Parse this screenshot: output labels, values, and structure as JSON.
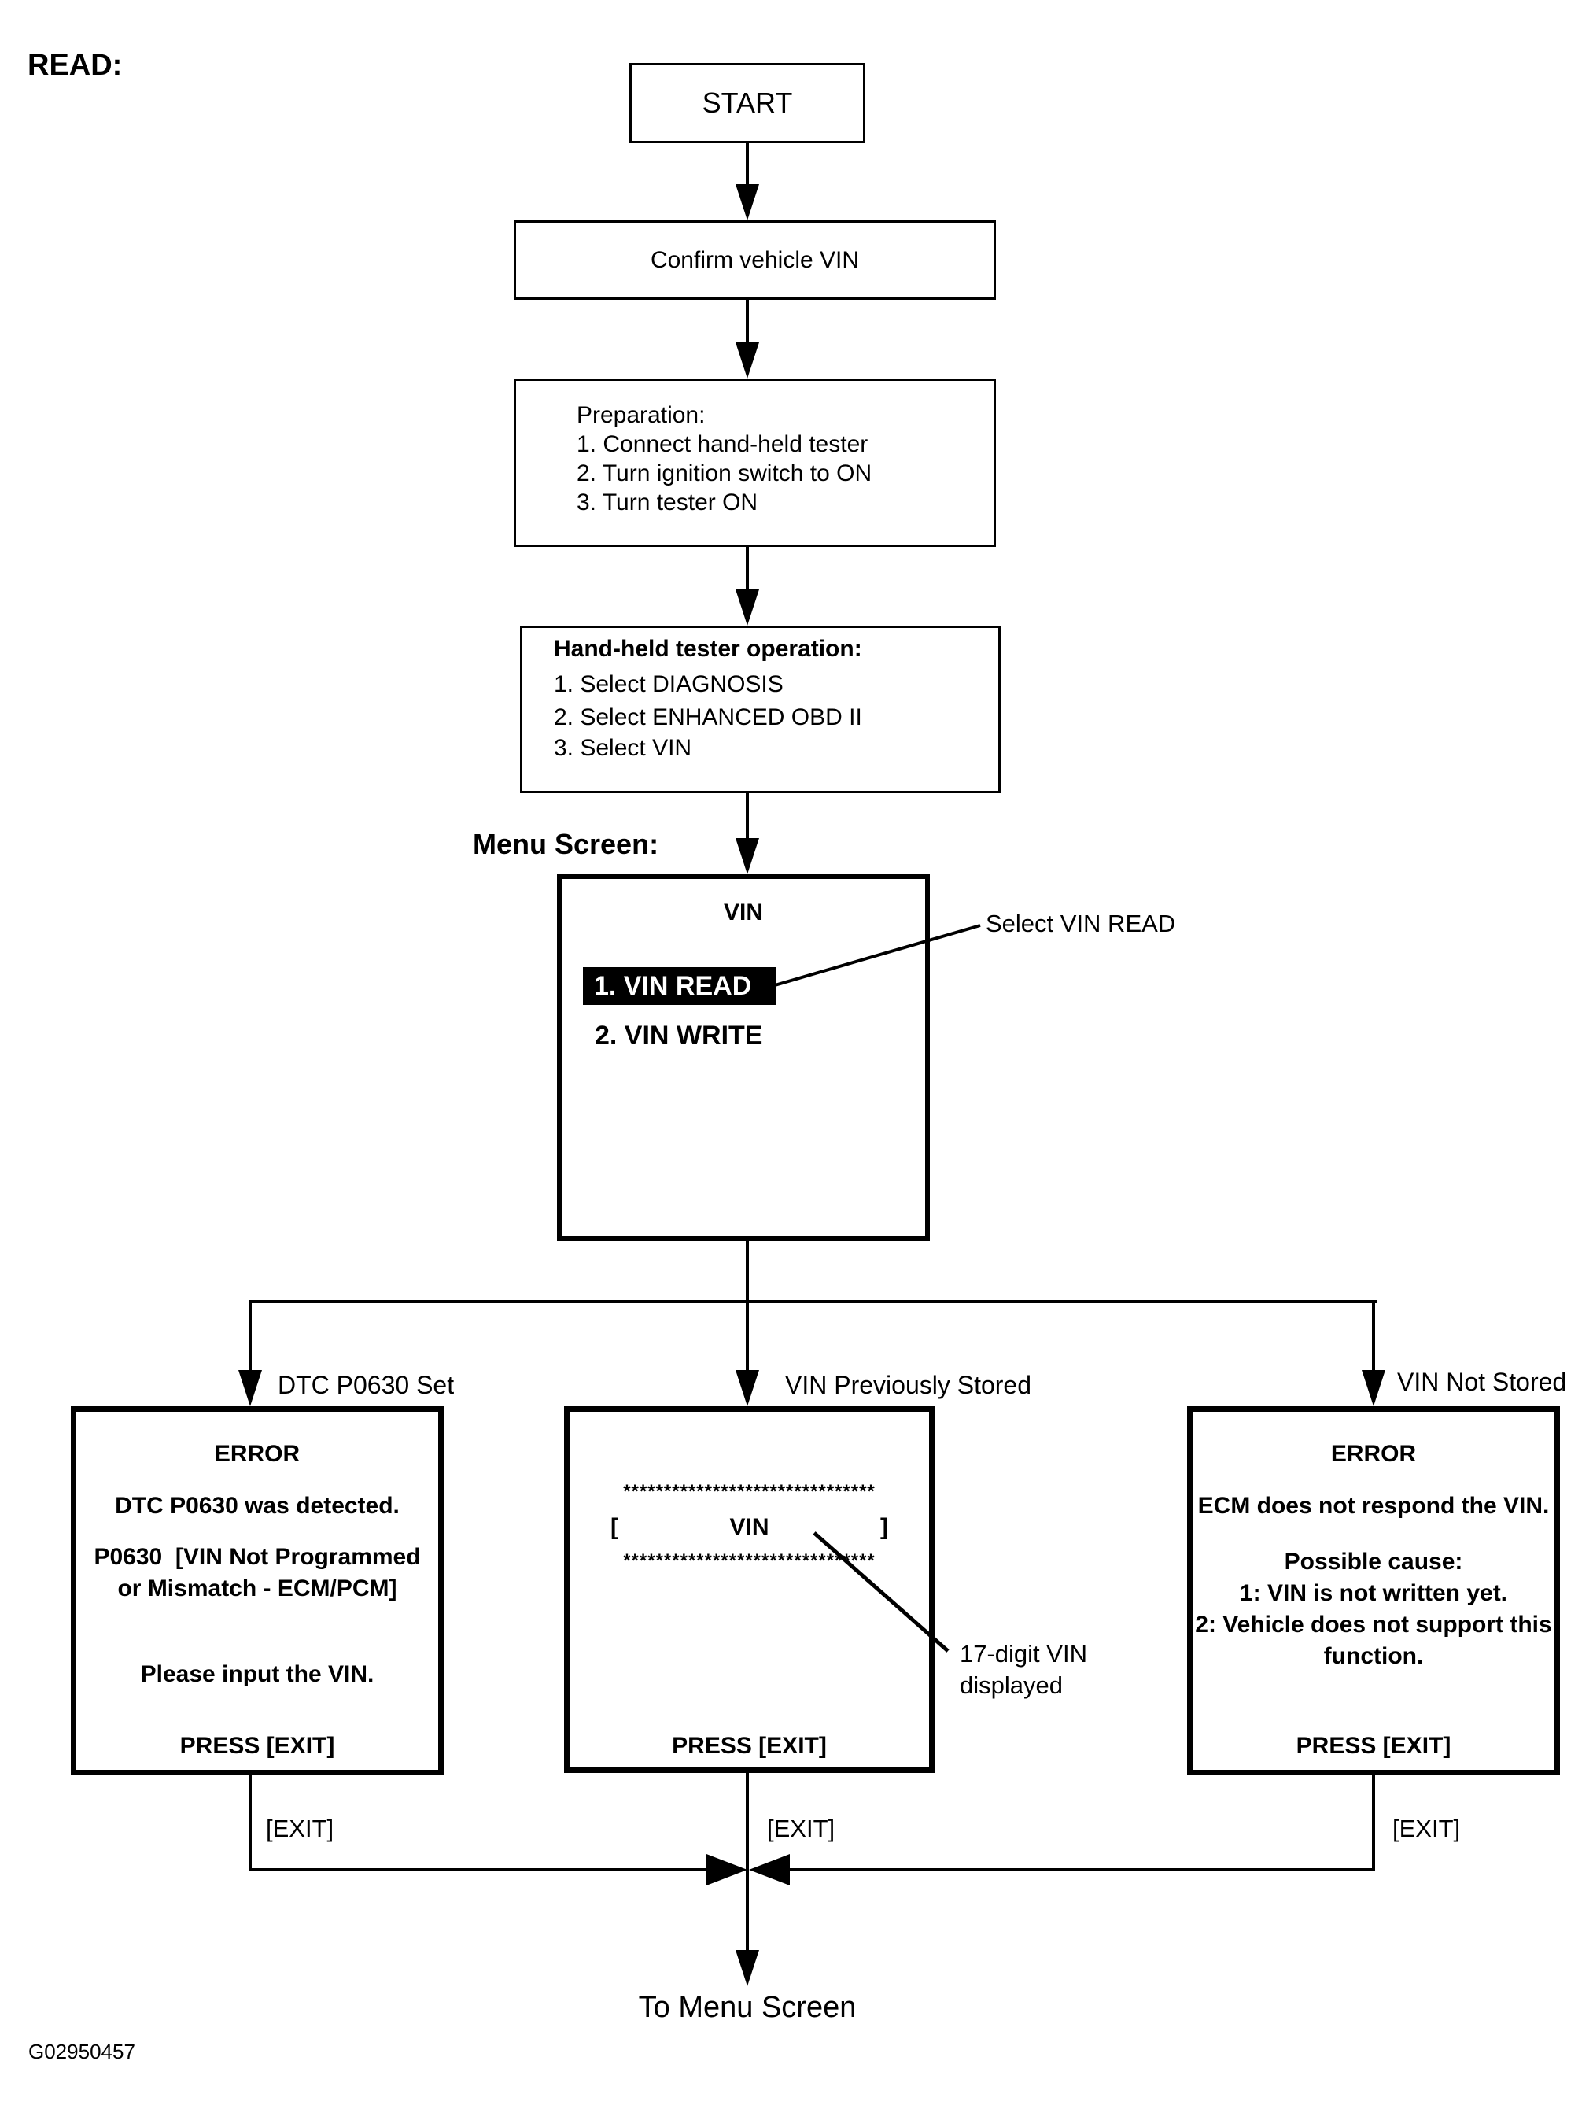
{
  "page": {
    "title": "READ:",
    "figure_code": "G02950457"
  },
  "flow_boxes": {
    "start": "START",
    "confirm": "Confirm vehicle VIN",
    "preparation": {
      "heading": "Preparation:",
      "items": [
        "1. Connect hand-held tester",
        "2. Turn ignition switch to ON",
        "3. Turn tester ON"
      ]
    },
    "tester": {
      "heading": "Hand-held tester operation:",
      "items": [
        "1. Select DIAGNOSIS",
        "2. Select ENHANCED OBD II",
        "3. Select VIN"
      ]
    }
  },
  "menu": {
    "label": "Menu Screen:",
    "title": "VIN",
    "item_selected": "1. VIN READ",
    "item_other": "2. VIN WRITE",
    "callout": "Select VIN READ"
  },
  "branches": {
    "left": {
      "condition": "DTC P0630 Set",
      "lines": [
        "ERROR",
        "DTC P0630 was detected.",
        "P0630  [VIN Not Programmed",
        "or Mismatch - ECM/PCM]",
        "Please input the VIN.",
        "PRESS [EXIT]"
      ]
    },
    "middle": {
      "condition": "VIN Previously Stored",
      "stars": "*******************************",
      "bracket_open": "[",
      "screen_title": "VIN",
      "bracket_close": "]",
      "press": "PRESS [EXIT]",
      "callout_line1": "17-digit VIN",
      "callout_line2": "displayed"
    },
    "right": {
      "condition": "VIN Not Stored",
      "lines": [
        "ERROR",
        "ECM does not respond the VIN.",
        "Possible cause:",
        "1: VIN is not written yet.",
        "2: Vehicle does not support this",
        "function.",
        "PRESS [EXIT]"
      ]
    }
  },
  "exits": {
    "left": "[EXIT]",
    "middle": "[EXIT]",
    "right": "[EXIT]"
  },
  "footer": {
    "to_menu": "To Menu Screen"
  }
}
